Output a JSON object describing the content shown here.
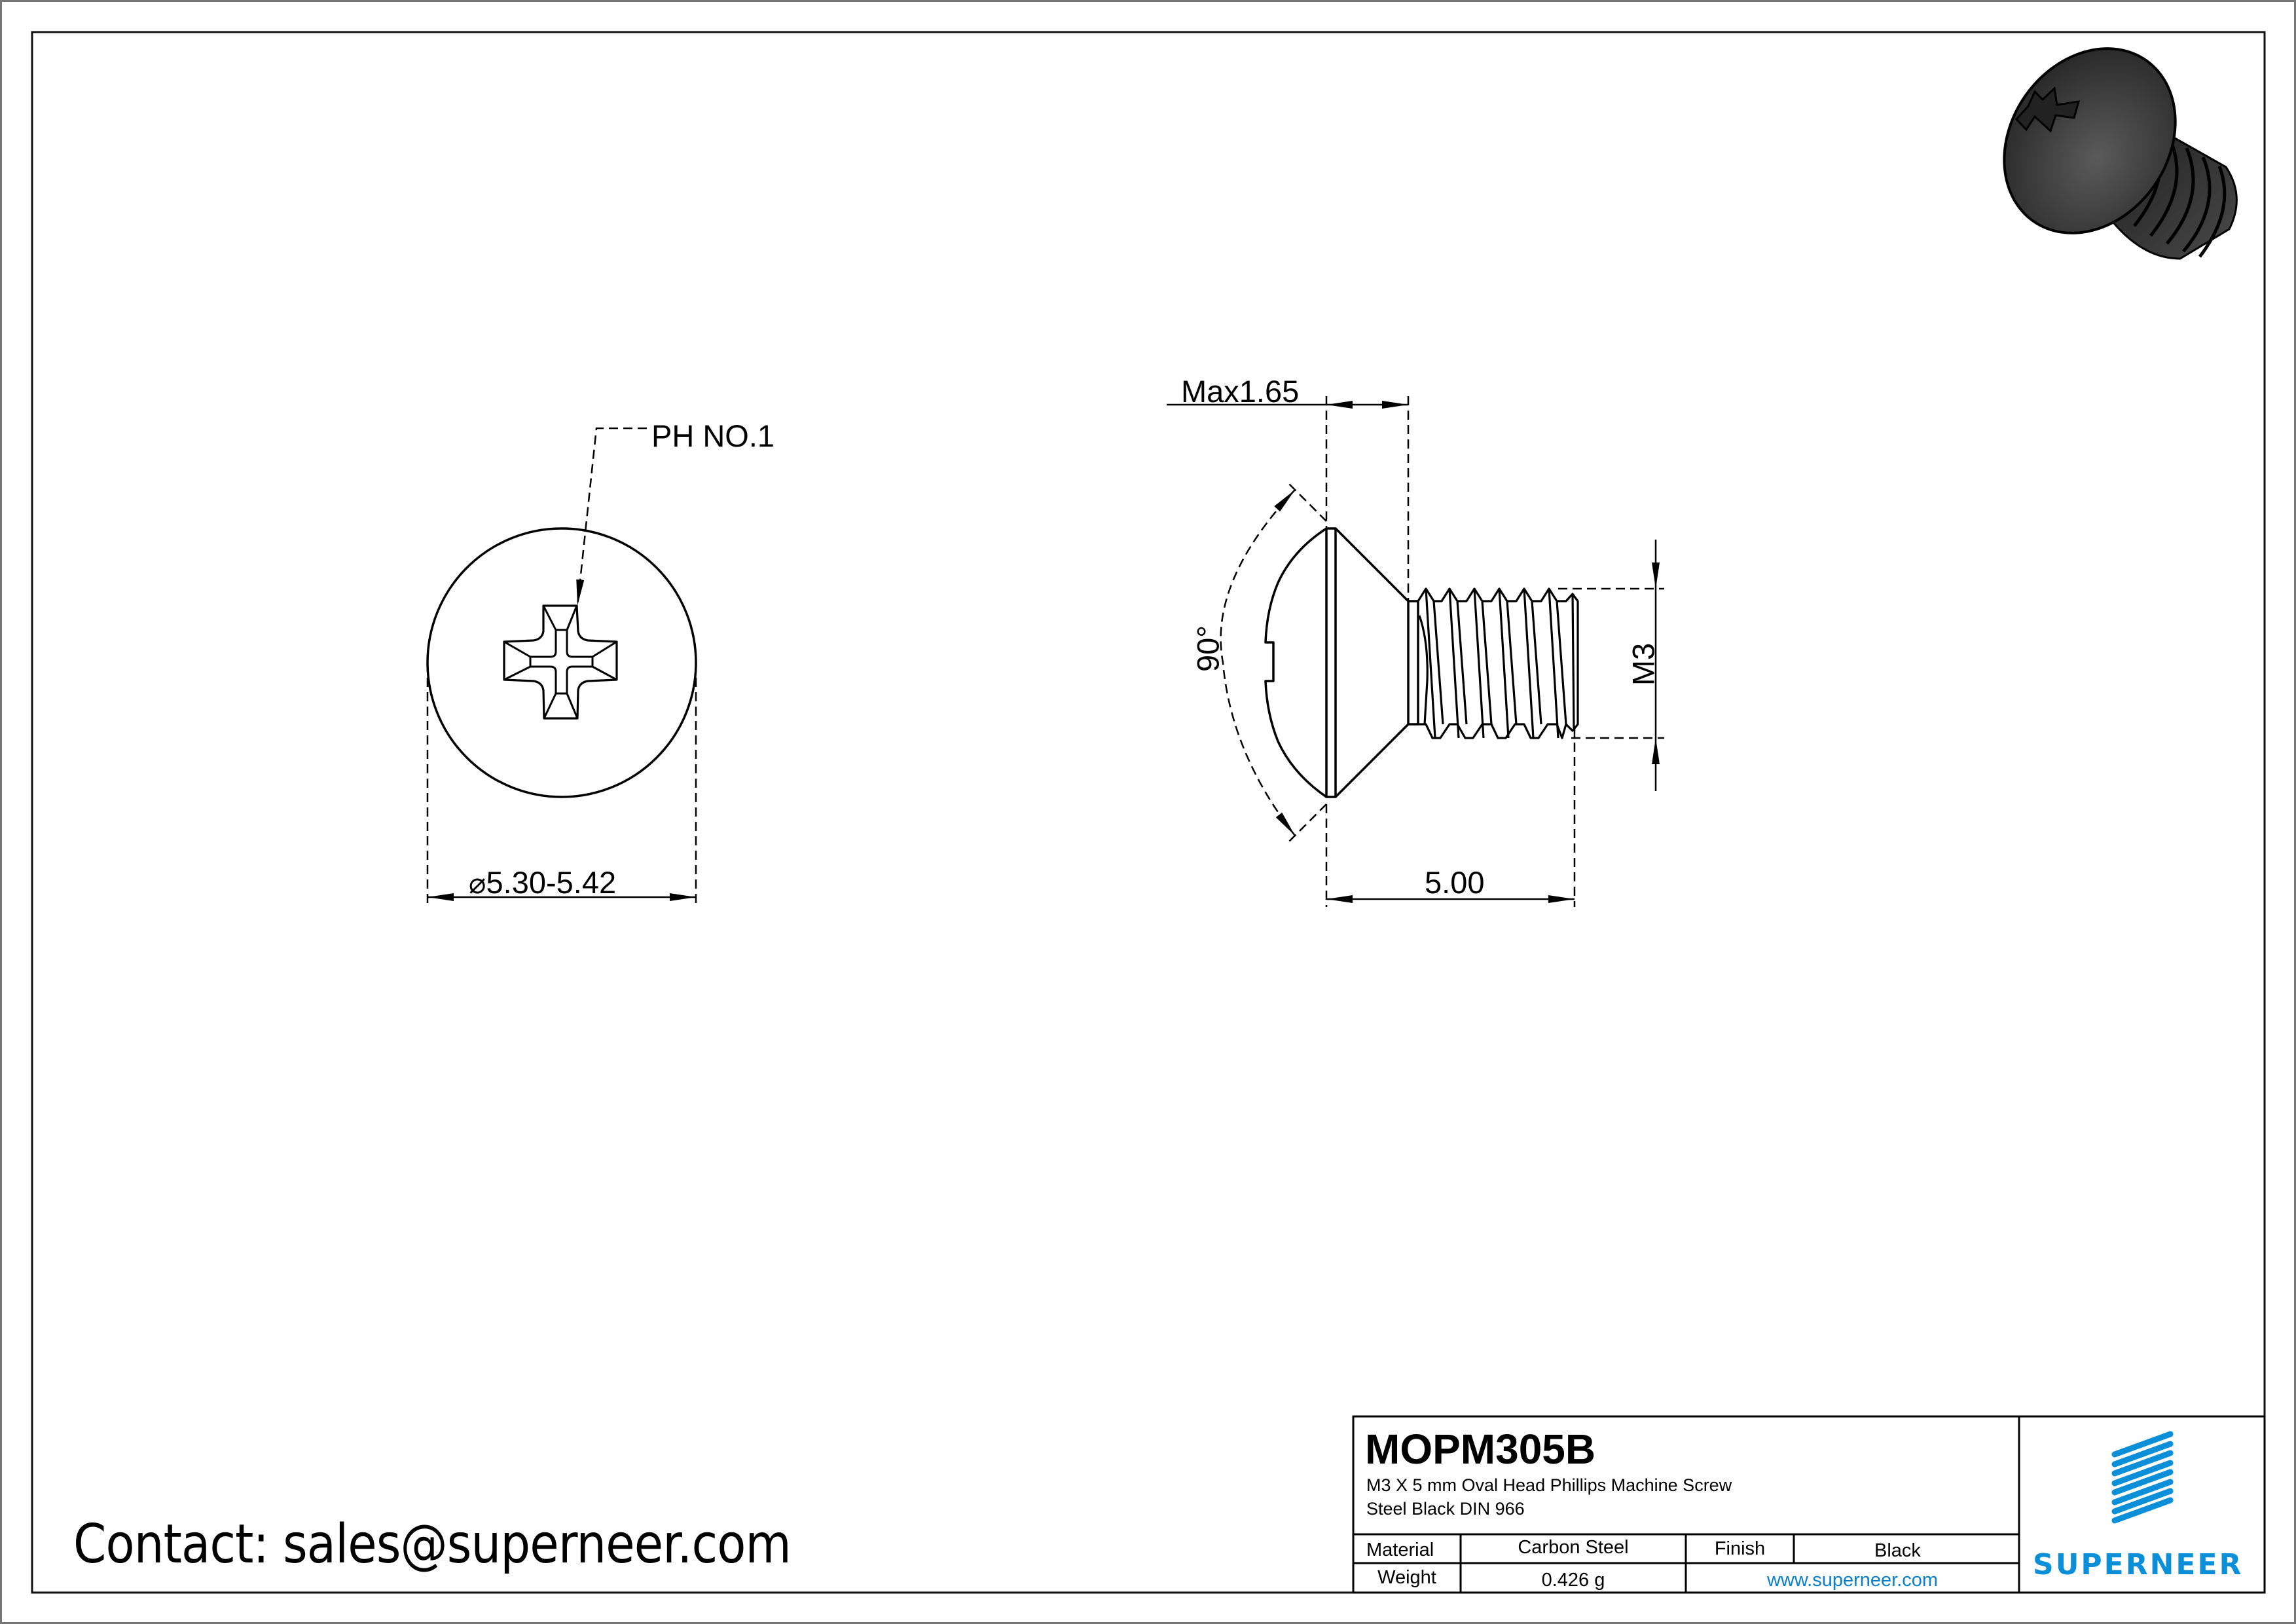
{
  "drawing": {
    "front_view": {
      "recess_callout": "PH NO.1",
      "diameter_symbol": "⌀",
      "diameter_dimension": "5.30-5.42"
    },
    "side_view": {
      "head_height_dimension": "Max1.65",
      "head_angle_dimension": "90°",
      "thread_dimension": "M3",
      "length_dimension": "5.00"
    },
    "isometric_view": {
      "icon": "3d-screw-render-icon",
      "color": "#3a3a3a"
    }
  },
  "title_block": {
    "part_number": "MOPM305B",
    "description_line1": "M3 X 5 mm  Oval Head Phillips Machine Screw",
    "description_line2": "Steel Black DIN 966",
    "rows": [
      {
        "label": "Material",
        "value": "Carbon Steel",
        "label2": "Finish",
        "value2": "Black"
      },
      {
        "label": "Weight",
        "value": "0.426 g",
        "link": "www.superneer.com"
      }
    ],
    "logo": {
      "brand": "SUPERNEER",
      "icon": "superneer-stripes-logo-icon",
      "color": "#0a8fd8"
    }
  },
  "contact": {
    "text": "Contact: sales@superneer.com"
  }
}
